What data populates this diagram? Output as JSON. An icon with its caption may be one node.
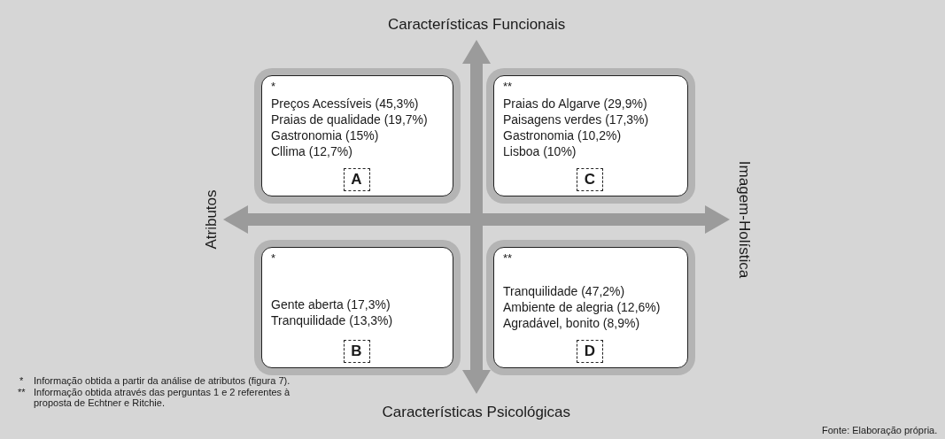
{
  "diagram": {
    "nodes": [
      {
        "text": [
          "*",
          "Preços Acessíveis (45,3%)",
          "Praias de qualidade (19,7%)",
          "Gastronomia (15%)",
          "Cllima (12,7%)"
        ]
      },
      {
        "text": [
          "A"
        ],
        "in": 0
      },
      {
        "text": [
          "**",
          "Praias do Algarve (29,9%)",
          "Paisagens verdes (17,3%)",
          "Gastronomia (10,2%)",
          "Lisboa (10%)"
        ]
      },
      {
        "text": [
          "C"
        ],
        "in": 2
      },
      {
        "text": [
          "*",
          "Gente aberta (17,3%)",
          "Tranquilidade (13,3%)"
        ]
      },
      {
        "text": [
          "B"
        ],
        "in": 4
      },
      {
        "text": [
          "**",
          "Tranquilidade (47,2%)",
          "Ambiente de alegria (12,6%)",
          "Agradável, bonito (8,9%)"
        ]
      },
      {
        "text": [
          "D"
        ],
        "in": 6
      }
    ],
    "labels": [
      "Características Funcionais",
      "Atributos",
      "Imagem-Holística",
      "*",
      "Informação obtida a partir da análise de atributos (figura 7).",
      "**",
      "Informação obtida através das perguntas 1 e 2 referentes à proposta de Echtner e Ritchie.",
      "Características Psicológicas",
      "Fonte: Elaboração própria."
    ]
  }
}
